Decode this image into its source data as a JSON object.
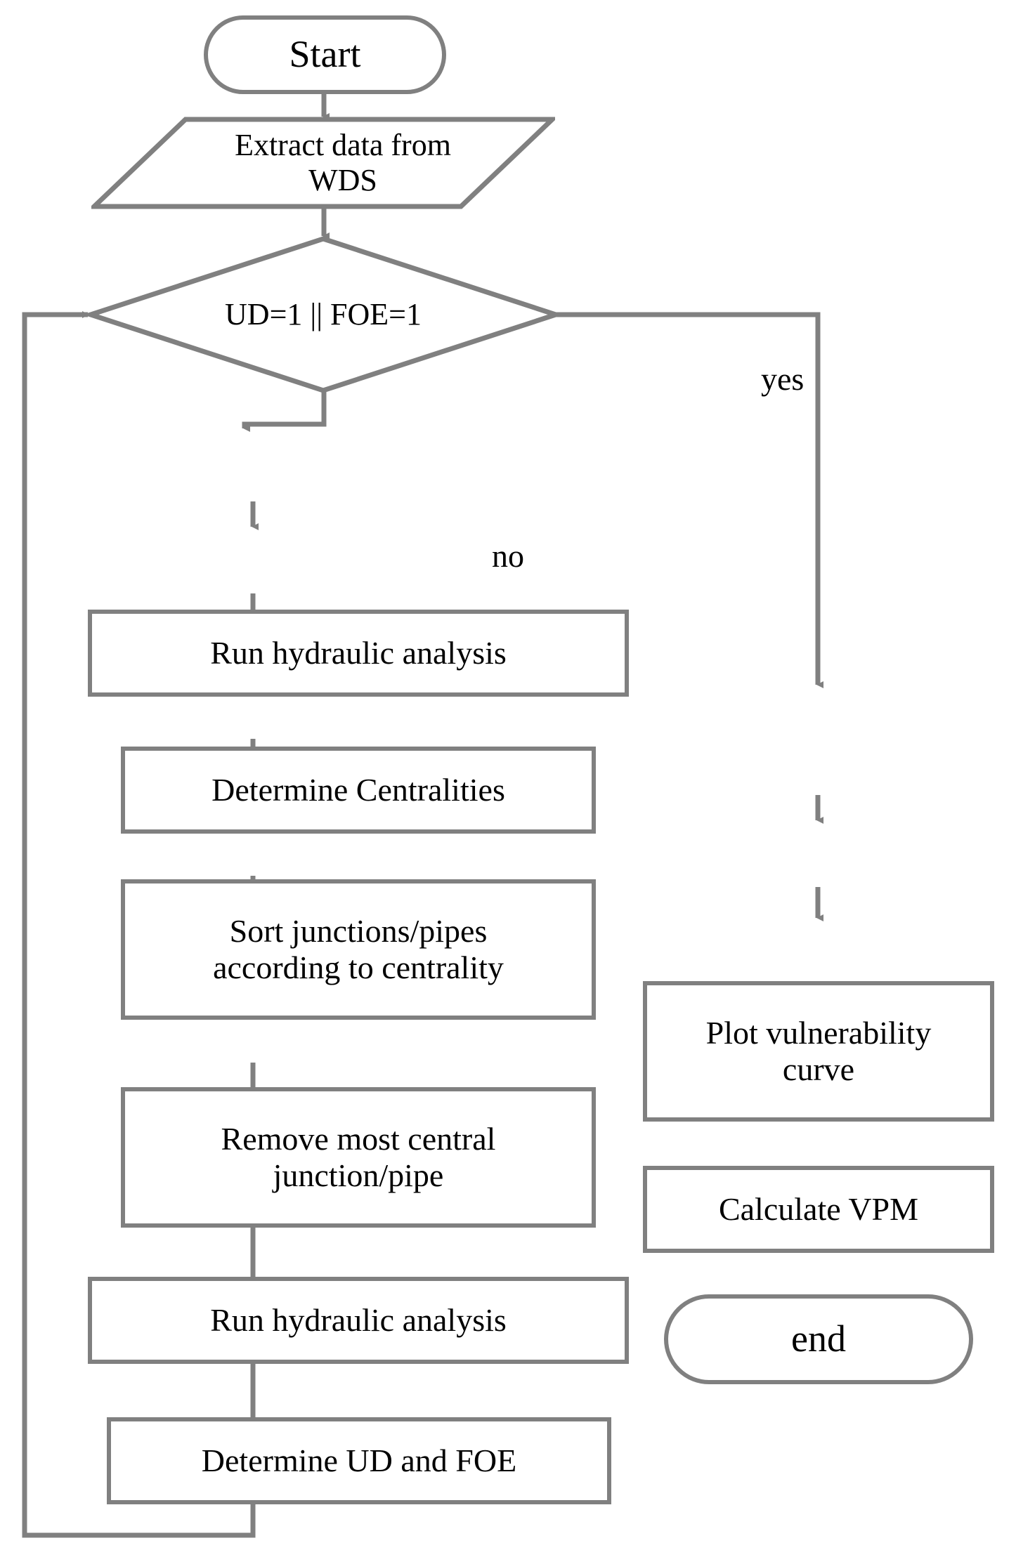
{
  "diagram": {
    "title": "Water Distribution System vulnerability analysis flowchart",
    "stroke_color": "#808080",
    "text_color": "#000000",
    "background_color": "#ffffff"
  },
  "nodes": {
    "start": {
      "label": "Start",
      "shape": "terminal"
    },
    "extract": {
      "label": "Extract data from\nWDS",
      "shape": "parallelogram"
    },
    "decision": {
      "label": "UD=1 || FOE=1",
      "shape": "diamond"
    },
    "run_hydraulic_1": {
      "label": "Run hydraulic analysis",
      "shape": "process"
    },
    "determine_centralities": {
      "label": "Determine Centralities",
      "shape": "process"
    },
    "sort": {
      "label": "Sort junctions/pipes\naccording to centrality",
      "shape": "process"
    },
    "remove": {
      "label": "Remove most central\njunction/pipe",
      "shape": "process"
    },
    "run_hydraulic_2": {
      "label": "Run hydraulic analysis",
      "shape": "process"
    },
    "determine_ud_foe": {
      "label": "Determine UD and FOE",
      "shape": "process"
    },
    "plot_curve": {
      "label": "Plot vulnerability\ncurve",
      "shape": "process"
    },
    "calculate_vpm": {
      "label": "Calculate VPM",
      "shape": "process"
    },
    "end": {
      "label": "end",
      "shape": "terminal"
    }
  },
  "edge_labels": {
    "yes": "yes",
    "no": "no"
  },
  "chart_data": {
    "type": "flowchart",
    "title": "Water Distribution System vulnerability analysis flowchart",
    "nodes": [
      {
        "id": "start",
        "text": "Start",
        "shape": "terminal"
      },
      {
        "id": "extract",
        "text": "Extract data from WDS",
        "shape": "parallelogram"
      },
      {
        "id": "decision",
        "text": "UD=1 || FOE=1",
        "shape": "diamond"
      },
      {
        "id": "run_hydraulic_1",
        "text": "Run hydraulic analysis",
        "shape": "process"
      },
      {
        "id": "determine_centralities",
        "text": "Determine Centralities",
        "shape": "process"
      },
      {
        "id": "sort",
        "text": "Sort junctions/pipes according to centrality",
        "shape": "process"
      },
      {
        "id": "remove",
        "text": "Remove most central junction/pipe",
        "shape": "process"
      },
      {
        "id": "run_hydraulic_2",
        "text": "Run hydraulic analysis",
        "shape": "process"
      },
      {
        "id": "determine_ud_foe",
        "text": "Determine UD and FOE",
        "shape": "process"
      },
      {
        "id": "plot_curve",
        "text": "Plot vulnerability curve",
        "shape": "process"
      },
      {
        "id": "calculate_vpm",
        "text": "Calculate VPM",
        "shape": "process"
      },
      {
        "id": "end",
        "text": "end",
        "shape": "terminal"
      }
    ],
    "edges": [
      {
        "from": "start",
        "to": "extract",
        "label": ""
      },
      {
        "from": "extract",
        "to": "decision",
        "label": ""
      },
      {
        "from": "decision",
        "to": "plot_curve",
        "label": "yes"
      },
      {
        "from": "decision",
        "to": "run_hydraulic_1",
        "label": "no"
      },
      {
        "from": "run_hydraulic_1",
        "to": "determine_centralities",
        "label": ""
      },
      {
        "from": "determine_centralities",
        "to": "sort",
        "label": ""
      },
      {
        "from": "sort",
        "to": "remove",
        "label": ""
      },
      {
        "from": "remove",
        "to": "run_hydraulic_2",
        "label": ""
      },
      {
        "from": "run_hydraulic_2",
        "to": "determine_ud_foe",
        "label": ""
      },
      {
        "from": "determine_ud_foe",
        "to": "decision",
        "label": ""
      },
      {
        "from": "plot_curve",
        "to": "calculate_vpm",
        "label": ""
      },
      {
        "from": "calculate_vpm",
        "to": "end",
        "label": ""
      }
    ]
  }
}
